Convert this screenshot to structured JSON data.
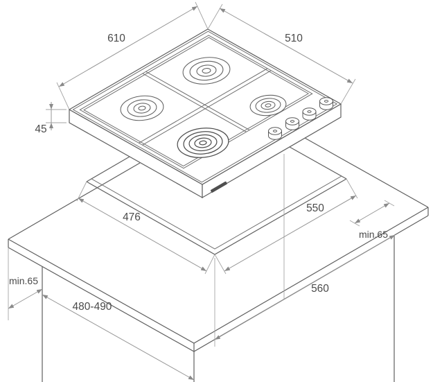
{
  "diagram": {
    "kind": "gas-hob-installation-drawing",
    "background": "#ffffff",
    "line_color": "#5f5f5f",
    "dimension_line_color": "#969696",
    "text_color": "#4a4a4a",
    "burner_count": 4,
    "knob_count": 4,
    "dimensions": {
      "hob_width": "610",
      "hob_depth": "510",
      "hob_height": "45",
      "recess_width": "476",
      "recess_depth": "550",
      "clearance_right": "min.65",
      "clearance_left": "min.65",
      "cabinet_depth": "480-490",
      "cabinet_width": "560"
    }
  }
}
